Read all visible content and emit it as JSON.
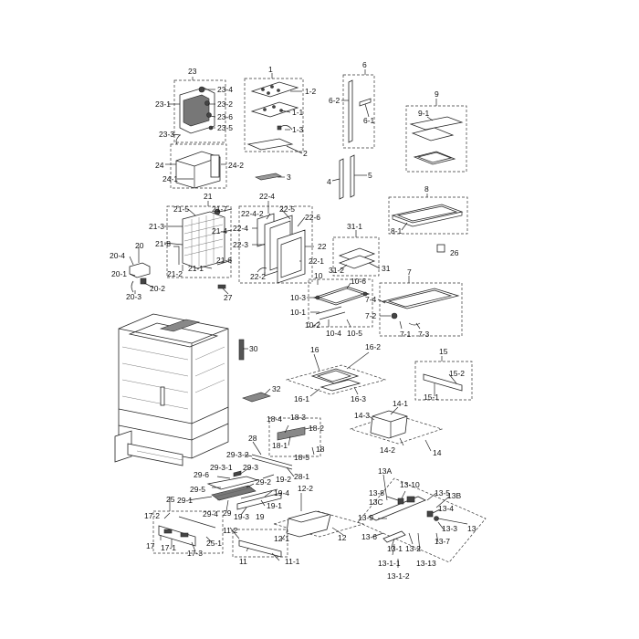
{
  "labels": {
    "l1": "1",
    "l1_1": "1-1",
    "l1_2": "1-2",
    "l1_3": "1-3",
    "l2": "2",
    "l3": "3",
    "l4": "4",
    "l5": "5",
    "l6": "6",
    "l6_1": "6-1",
    "l6_2": "6-2",
    "l7": "7",
    "l7_1": "7-1",
    "l7_2": "7-2",
    "l7_3": "7-3",
    "l7_4": "7-4",
    "l8": "8",
    "l8_1": "8-1",
    "l9": "9",
    "l9_1": "9-1",
    "l10": "10",
    "l10_1": "10-1",
    "l10_2": "10-2",
    "l10_3": "10-3",
    "l10_4": "10-4",
    "l10_5": "10-5",
    "l10_6": "10-6",
    "l11": "11",
    "l11_1": "11-1",
    "l11_2": "11-2",
    "l12": "12",
    "l12_1": "12-1",
    "l12_2": "12-2",
    "l13": "13",
    "l13_1": "13-1",
    "l13_1_1": "13-1-1",
    "l13_1_2": "13-1-2",
    "l13_2": "13-2",
    "l13_3": "13-3",
    "l13_4": "13-4",
    "l13_5": "13-5",
    "l13_6": "13-6",
    "l13_7": "13-7",
    "l13_8": "13-8",
    "l13_9": "13-9",
    "l13_10": "13-10",
    "l13_13": "13-13",
    "l13A": "13A",
    "l13B": "13B",
    "l13C": "13C",
    "l14": "14",
    "l14_1": "14-1",
    "l14_2": "14-2",
    "l14_3": "14-3",
    "l15": "15",
    "l15_1": "15-1",
    "l15_2": "15-2",
    "l16": "16",
    "l16_1": "16-1",
    "l16_2": "16-2",
    "l16_3": "16-3",
    "l17": "17",
    "l17_1": "17-1",
    "l17_2": "17-2",
    "l17_3": "17-3",
    "l18": "18",
    "l18_1": "18-1",
    "l18_2": "18-2",
    "l18_3": "18-3",
    "l18_4": "18-4",
    "l18_5": "18-5",
    "l19": "19",
    "l19_1": "19-1",
    "l19_2": "19-2",
    "l19_3": "19-3",
    "l19_4": "19-4",
    "l20": "20",
    "l20_1": "20-1",
    "l20_2": "20-2",
    "l20_3": "20-3",
    "l20_4": "20-4",
    "l21": "21",
    "l21_1": "21-1",
    "l21_2": "21-2",
    "l21_3": "21-3",
    "l21_4": "21-4",
    "l21_5": "21-5",
    "l21_6": "21-6",
    "l21_7": "21-7",
    "l21_8": "21-8",
    "l22": "22",
    "l22_1": "22-1",
    "l22_2": "22-2",
    "l22_3": "22-3",
    "l22_4": "22-4",
    "l22_4_2": "22-4-2",
    "l22_4b": "22-4",
    "l22_5": "22-5",
    "l22_6": "22-6",
    "l23": "23",
    "l23_1": "23-1",
    "l23_2": "23-2",
    "l23_3": "23-3",
    "l23_4": "23-4",
    "l23_5": "23-5",
    "l23_6": "23-6",
    "l24": "24",
    "l24_1": "24-1",
    "l24_2": "24-2",
    "l25": "25",
    "l25_1": "25-1",
    "l26": "26",
    "l27": "27",
    "l28": "28",
    "l28_1": "28-1",
    "l29": "29",
    "l29_1": "29-1",
    "l29_2": "29-2",
    "l29_3": "29-3",
    "l29_3_1": "29-3-1",
    "l29_3_2": "29-3-2",
    "l29_4": "29-4",
    "l29_5": "29-5",
    "l29_6": "29-6",
    "l30": "30",
    "l31": "31",
    "l31_1": "31-1",
    "l31_2": "31-2",
    "l32": "32"
  }
}
